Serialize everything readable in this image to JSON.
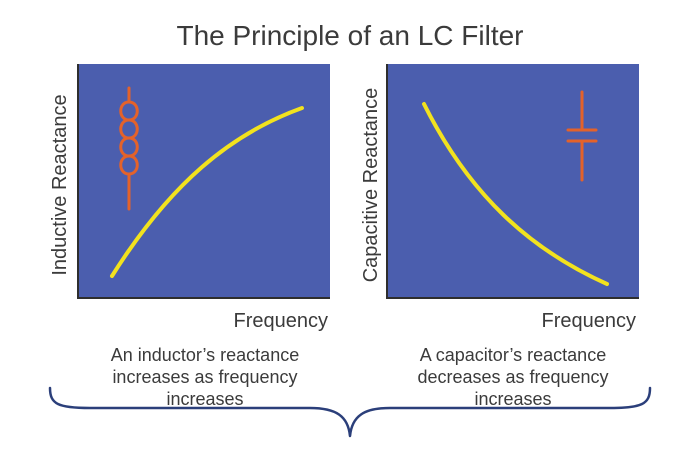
{
  "title": "The Principle of an LC Filter",
  "colors": {
    "panel_fill": "#4b5eae",
    "axis": "#2e2e2e",
    "curve": "#f2e21e",
    "symbol": "#e4622a",
    "brace": "#2b3f7a",
    "text": "#3b3b3b"
  },
  "left_panel": {
    "ylabel": "Inductive Reactance",
    "xlabel": "Frequency",
    "symbol": "inductor-icon",
    "trend": "increasing",
    "caption": [
      "An inductor’s reactance",
      "increases as frequency",
      "increases"
    ]
  },
  "right_panel": {
    "ylabel": "Capacitive Reactance",
    "xlabel": "Frequency",
    "symbol": "capacitor-icon",
    "trend": "decreasing",
    "caption": [
      "A capacitor’s reactance",
      "decreases as frequency",
      "increases"
    ]
  },
  "brace_icon": "curly-brace-icon"
}
